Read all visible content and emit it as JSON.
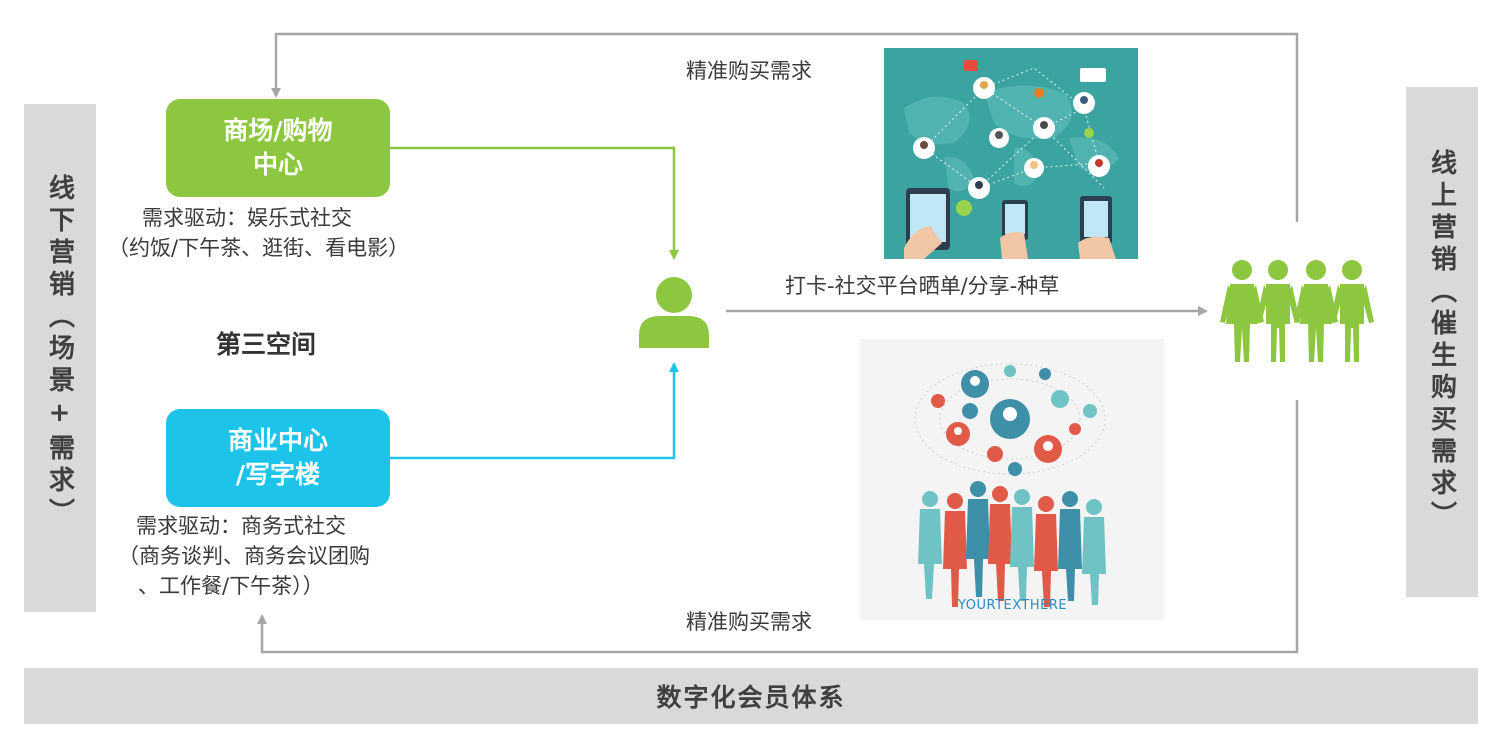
{
  "left_bar": {
    "text": "线下营销（场景+需求）"
  },
  "right_bar": {
    "text": "线上营销（催生购买需求）"
  },
  "bottom_bar": {
    "text": "数字化会员体系"
  },
  "venues": {
    "mall": {
      "line1": "商场/购物",
      "line2": "中心",
      "color": "#8dc63f",
      "desc_line1": "需求驱动：娱乐式社交",
      "desc_line2": "（约饭/下午茶、逛街、看电影）"
    },
    "office": {
      "line1": "商业中心",
      "line2": "/写字楼",
      "color": "#1ec3ea",
      "desc_line1": "需求驱动：商务式社交",
      "desc_line2": "（商务谈判、商务会议团购",
      "desc_line3": "、工作餐/下午茶））"
    }
  },
  "third_space": "第三空间",
  "flows": {
    "top_label": "精准购买需求",
    "middle_label": "打卡-社交平台晒单/分享-种草",
    "bottom_label": "精准购买需求"
  },
  "photo_people": {
    "caption": "YOURTEXTHERE"
  },
  "colors": {
    "green": "#8dc63f",
    "cyan": "#1ec3ea",
    "gray_arrow": "#a6a6a6",
    "bar": "#d9d9d9"
  }
}
